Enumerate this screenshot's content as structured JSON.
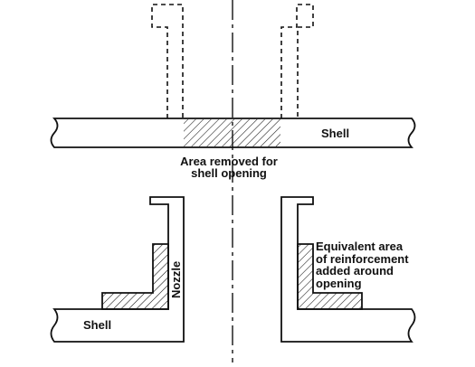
{
  "diagram": {
    "labels": {
      "shell_top": "Shell",
      "area_removed_line1": "Area removed for",
      "area_removed_line2": "shell opening",
      "shell_bottom": "Shell",
      "nozzle": "Nozzle",
      "equivalent_line1": "Equivalent area",
      "equivalent_line2": "of reinforcement",
      "equivalent_line3": "added around",
      "equivalent_line4": "opening"
    },
    "colors": {
      "stroke": "#111111",
      "hatch": "#111111",
      "background": "#ffffff"
    }
  }
}
